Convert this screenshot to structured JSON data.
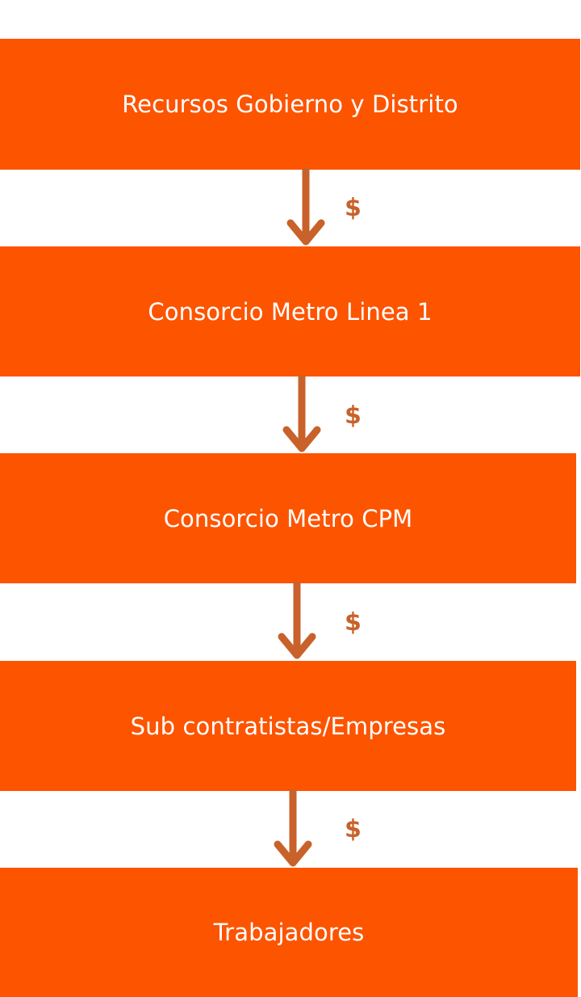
{
  "colors": {
    "box_fill": "#fd5400",
    "box_text": "#ffffff",
    "arrow": "#c8622a",
    "background": "#ffffff"
  },
  "steps": [
    {
      "label": "Recursos Gobierno y Distrito"
    },
    {
      "label": "Consorcio Metro Linea 1"
    },
    {
      "label": "Consorcio Metro CPM"
    },
    {
      "label": "Sub contratistas/Empresas"
    },
    {
      "label": "Trabajadores"
    }
  ],
  "connectors": [
    {
      "icon": "down-arrow-icon",
      "symbol": "$"
    },
    {
      "icon": "down-arrow-icon",
      "symbol": "$"
    },
    {
      "icon": "down-arrow-icon",
      "symbol": "$"
    },
    {
      "icon": "down-arrow-icon",
      "symbol": "$"
    }
  ]
}
